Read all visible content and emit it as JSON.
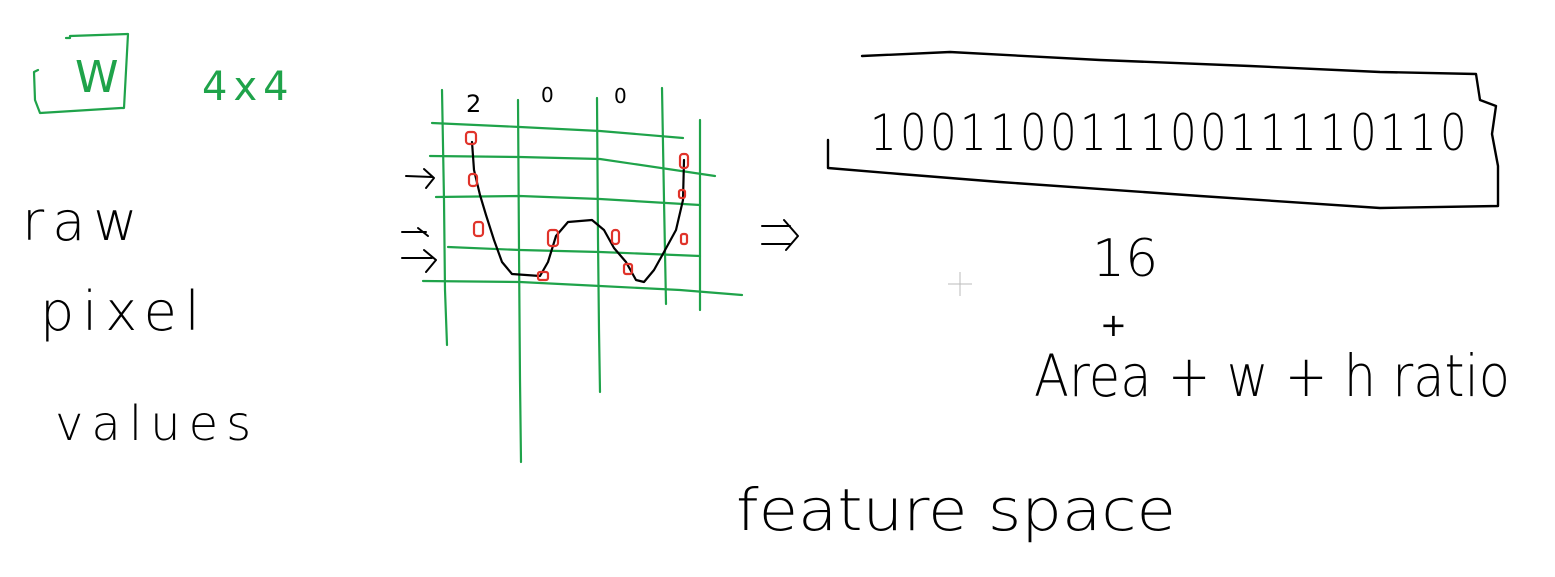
{
  "colors": {
    "background": "#ffffff",
    "ink_black": "#000000",
    "ink_green": "#1fa34a",
    "ink_red": "#e0332a"
  },
  "header": {
    "framed_letter": "W",
    "grid_size": "4x4"
  },
  "left_label": {
    "line1": "raw",
    "line2": "pixel",
    "line3": "values"
  },
  "grid_sketch": {
    "top_marks": [
      "2",
      "0",
      "0"
    ]
  },
  "binary_box": {
    "bits": "10011001110011110110"
  },
  "right_notes": {
    "count": "16",
    "plus_top": "+",
    "feature_line": "Area + w + h ratio",
    "feature_space": "feature space"
  }
}
